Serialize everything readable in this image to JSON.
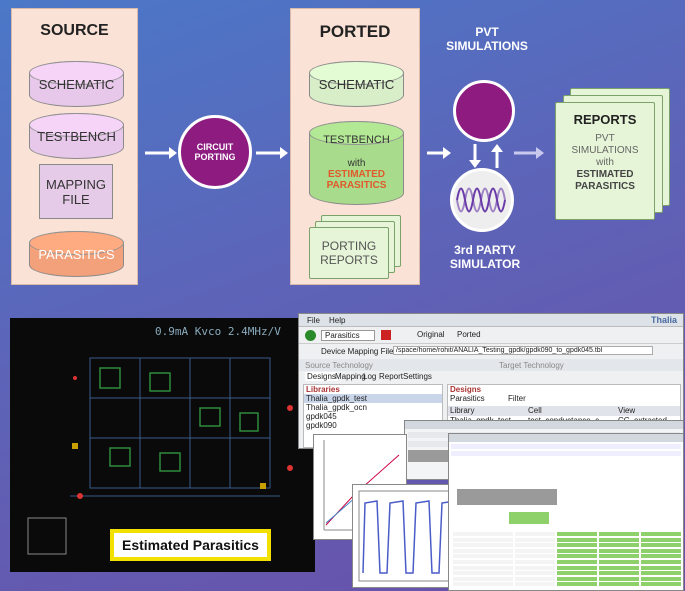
{
  "source": {
    "title": "SOURCE",
    "items": [
      "SCHEMATIC",
      "TESTBENCH",
      "MAPPING\nFILE",
      "PARASITICS"
    ]
  },
  "porting": {
    "label": "CIRCUIT\nPORTING"
  },
  "ported": {
    "title": "PORTED",
    "schematic": "SCHEMATIC",
    "testbench_top": "TESTBENCH",
    "testbench_with": "with",
    "testbench_est": "ESTIMATED\nPARASITICS",
    "reports": "PORTING\nREPORTS"
  },
  "pvt": {
    "label": "PVT\nSIMULATIONS"
  },
  "simulator": {
    "label": "3rd PARTY\nSIMULATOR"
  },
  "reports": {
    "title": "REPORTS",
    "line1": "PVT\nSIMULATIONS",
    "line2": "with",
    "line3": "ESTIMATED\nPARASITICS"
  },
  "schematic_view": {
    "header": "0.9mA Kvco 2.4MHz/V",
    "badge": "Estimated Parasitics"
  },
  "thalia": {
    "menu": [
      "File",
      "Help"
    ],
    "brand": "Thalia",
    "toolbar": {
      "mode": "Parasitics",
      "original": "Original",
      "ported": "Ported"
    },
    "mapping_label": "Device Mapping File",
    "mapping_path": "/space/home/rohit/ANALIA_Testing_gpdk/gpdk090_to_gpdk045.tbl",
    "source_tech": "Source Technology",
    "target_tech": "Target Technology",
    "tabs": [
      "Designs",
      "Mapping",
      "Log",
      "Report",
      "Settings"
    ],
    "libraries_label": "Libraries",
    "libraries": [
      "Thalia_gpdk_test",
      "Thalia_gpdk_ocn",
      "gpdk045",
      "gpdk090"
    ],
    "designs_label": "Designs",
    "parasitics_label": "Parasitics",
    "filter_label": "Filter",
    "columns": [
      "Library",
      "Cell",
      "View"
    ],
    "row": [
      "Thalia_gpdk_test",
      "test_conductance_c",
      "CC_extracted"
    ]
  }
}
